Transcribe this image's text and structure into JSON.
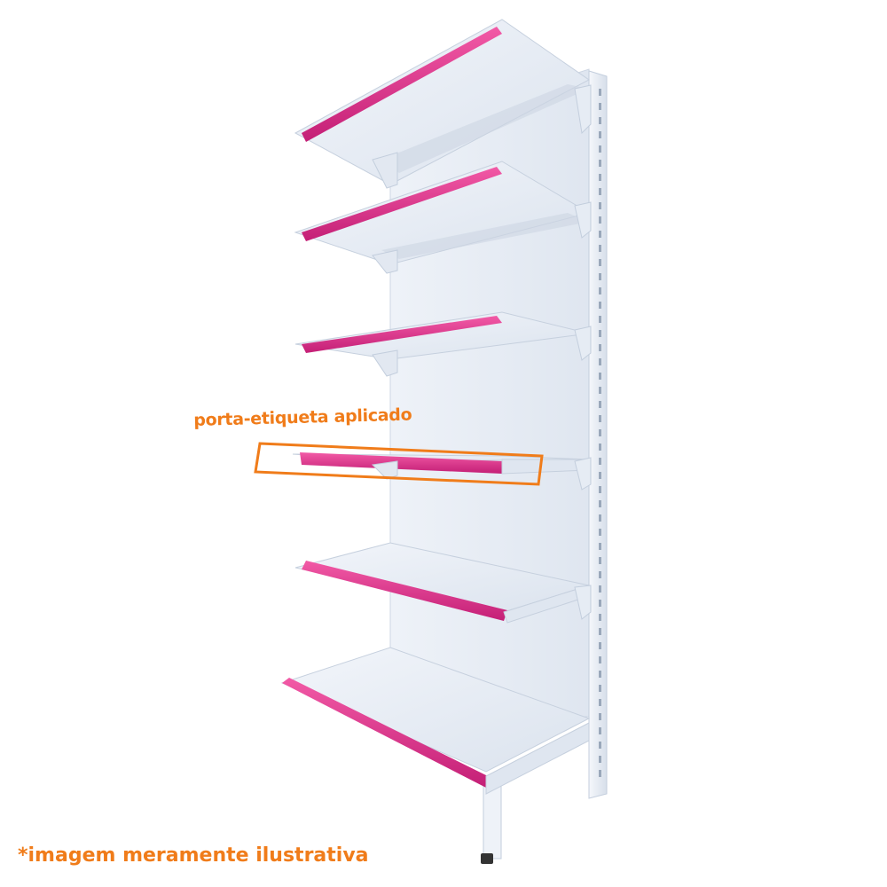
{
  "callout": {
    "label": "porta-etiqueta aplicado"
  },
  "disclaimer": {
    "text": "*imagem meramente ilustrativa"
  },
  "colors": {
    "accent_orange": "#f07c1a",
    "label_strip_magenta": "#e3338f",
    "shelf_white": "#e9eef6",
    "shelf_shadow": "#cdd6e3",
    "background": "#ffffff"
  },
  "product": {
    "shelf_count": 6,
    "highlighted_shelf_number": 4
  }
}
